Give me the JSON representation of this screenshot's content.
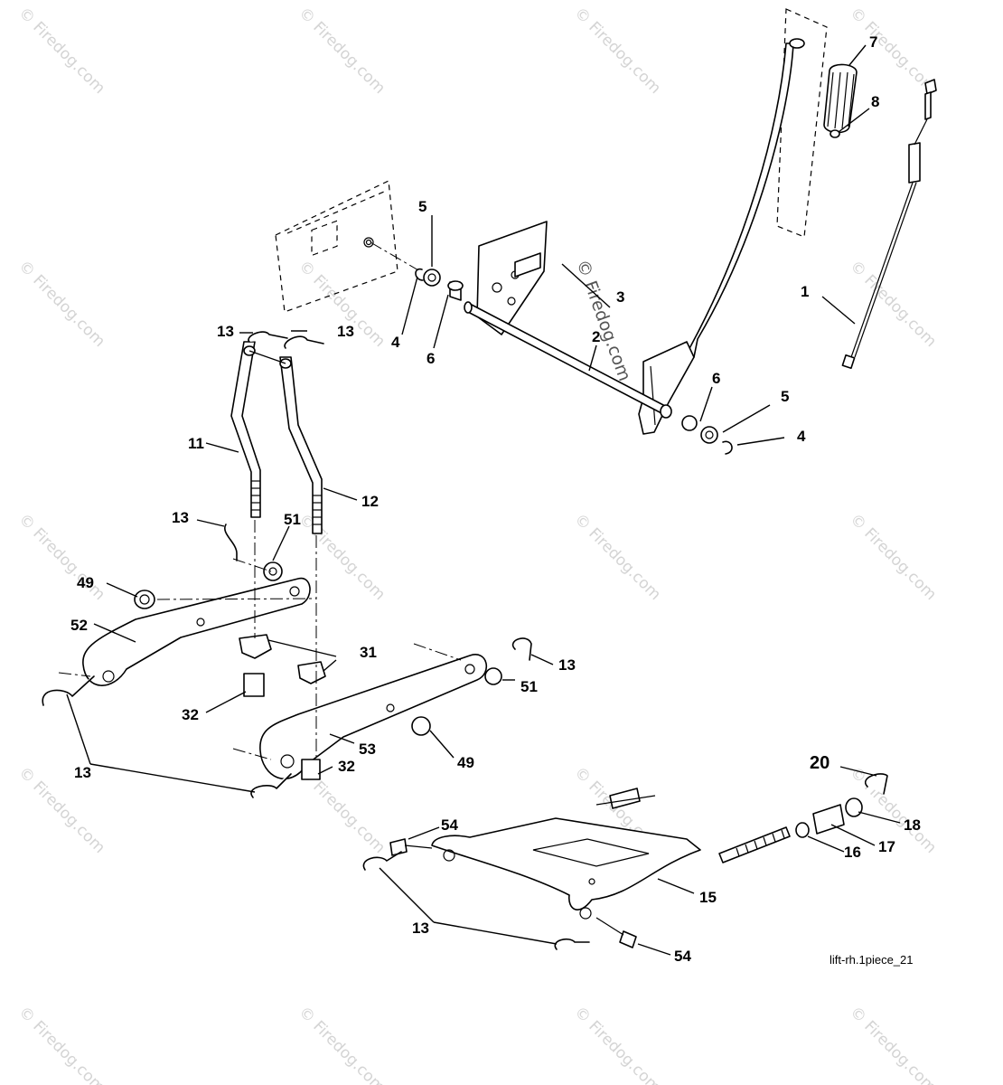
{
  "diagram": {
    "caption": "lift-rh.1piece_21",
    "watermark": "© Firedog.com",
    "callouts": [
      {
        "id": "c1",
        "text": "1"
      },
      {
        "id": "c2",
        "text": "2"
      },
      {
        "id": "c3",
        "text": "3"
      },
      {
        "id": "c4a",
        "text": "4"
      },
      {
        "id": "c4b",
        "text": "4"
      },
      {
        "id": "c5a",
        "text": "5"
      },
      {
        "id": "c5b",
        "text": "5"
      },
      {
        "id": "c6a",
        "text": "6"
      },
      {
        "id": "c6b",
        "text": "6"
      },
      {
        "id": "c7",
        "text": "7"
      },
      {
        "id": "c8",
        "text": "8"
      },
      {
        "id": "c11",
        "text": "11"
      },
      {
        "id": "c12",
        "text": "12"
      },
      {
        "id": "c13a",
        "text": "13"
      },
      {
        "id": "c13b",
        "text": "13"
      },
      {
        "id": "c13c",
        "text": "13"
      },
      {
        "id": "c13d",
        "text": "13"
      },
      {
        "id": "c13e",
        "text": "13"
      },
      {
        "id": "c13f",
        "text": "13"
      },
      {
        "id": "c15",
        "text": "15"
      },
      {
        "id": "c16",
        "text": "16"
      },
      {
        "id": "c17",
        "text": "17"
      },
      {
        "id": "c18",
        "text": "18"
      },
      {
        "id": "c20",
        "text": "20"
      },
      {
        "id": "c31",
        "text": "31"
      },
      {
        "id": "c32a",
        "text": "32"
      },
      {
        "id": "c32b",
        "text": "32"
      },
      {
        "id": "c49a",
        "text": "49"
      },
      {
        "id": "c49b",
        "text": "49"
      },
      {
        "id": "c51a",
        "text": "51"
      },
      {
        "id": "c51b",
        "text": "51"
      },
      {
        "id": "c52",
        "text": "52"
      },
      {
        "id": "c53",
        "text": "53"
      },
      {
        "id": "c54a",
        "text": "54"
      },
      {
        "id": "c54b",
        "text": "54"
      }
    ]
  }
}
